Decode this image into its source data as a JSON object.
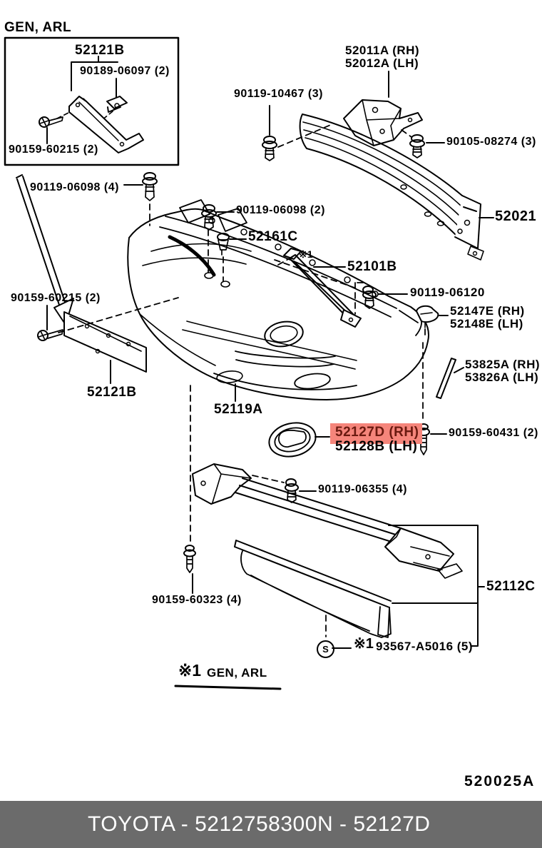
{
  "labels": {
    "gen_arl": "GEN, ARL",
    "inset_52121b": "52121B",
    "inset_90189_06097": "90189-06097 (2)",
    "inset_90159_60215": "90159-60215 (2)",
    "p90119_06098_4": "90119-06098 (4)",
    "p90119_10467": "90119-10467 (3)",
    "p52011a": "52011A (RH)",
    "p52012a": "52012A (LH)",
    "p90105_08274": "90105-08274 (3)",
    "p52021": "52021",
    "p90119_06098_2": "90119-06098 (2)",
    "p52161c": "52161C",
    "p52101b": "52101B",
    "star1_inline": "※1",
    "p90119_06120": "90119-06120",
    "p52147e": "52147E (RH)",
    "p52148e": "52148E (LH)",
    "p90159_60215_2": "90159-60215 (2)",
    "p53825a": "53825A (RH)",
    "p53826a": "53826A (LH)",
    "p52121b": "52121B",
    "p52119a": "52119A",
    "p52127d": "52127D (RH)",
    "p52128b": "52128B (LH)",
    "p90159_60431": "90159-60431 (2)",
    "p90119_06355": "90119-06355 (4)",
    "p52112c": "52112C",
    "p90159_60323": "90159-60323 (4)",
    "s_mark": "S",
    "star1_hw": "※1",
    "p93567_a5016": "93567-A5016 (5)",
    "footnote_marker": "※1",
    "footnote_note": "GEN, ARL",
    "diagram_code": "520025A"
  },
  "highlighted_part": "52127D (RH)",
  "colors": {
    "highlight": "#f5857b",
    "highlight_text": "#6b1a10",
    "footer_bg": "#6b6b6b",
    "footer_text": "#ffffff",
    "line": "#000000"
  },
  "footer": {
    "left": "TOYOTA - 5212758300",
    "right": "N - 52127D"
  }
}
